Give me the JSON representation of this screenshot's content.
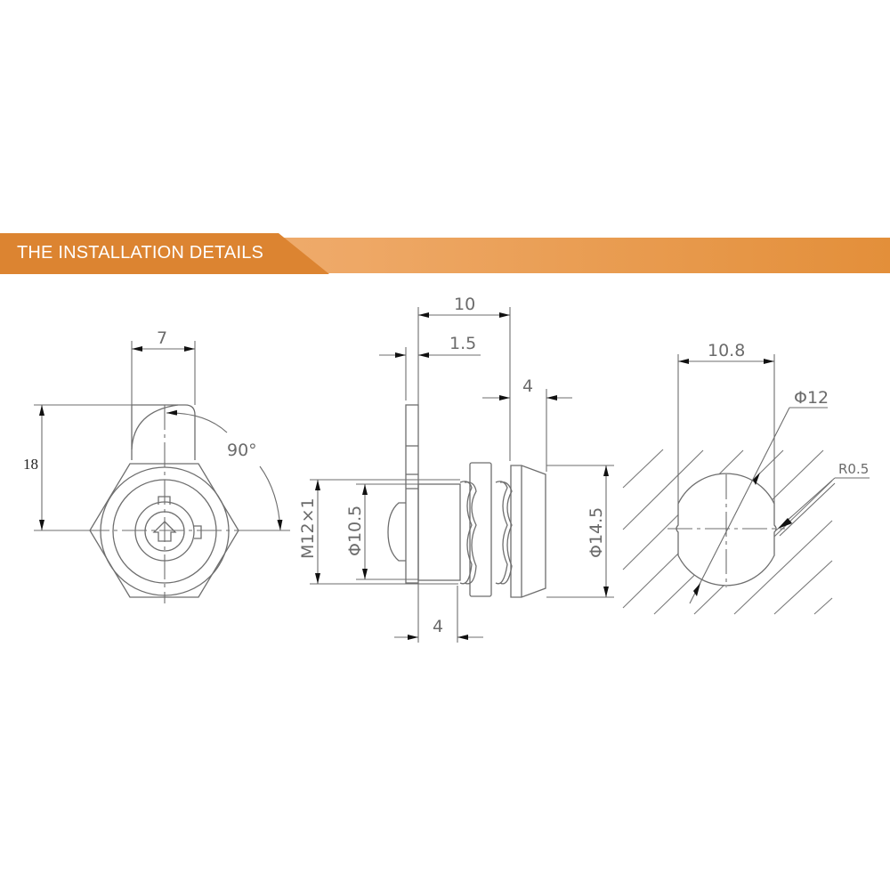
{
  "banner": {
    "title": "THE INSTALLATION DETAILS",
    "tab_color": "#dc8431",
    "bar_color_start": "#f1b27a",
    "bar_color_end": "#e38f3a",
    "text_color": "#ffffff"
  },
  "front_view": {
    "dims": {
      "cam_width": "7",
      "height": "18",
      "rotation": "90°"
    }
  },
  "side_view": {
    "dims": {
      "overall_length": "10",
      "cam_thickness": "1.5",
      "head_length": "4",
      "thread_length": "4",
      "thread": "M12×1",
      "inner_diameter": "Φ10.5",
      "head_diameter": "Φ14.5"
    }
  },
  "cutout_view": {
    "dims": {
      "flat_width": "10.8",
      "hole_diameter": "Φ12",
      "corner_radius": "R0.5"
    }
  }
}
